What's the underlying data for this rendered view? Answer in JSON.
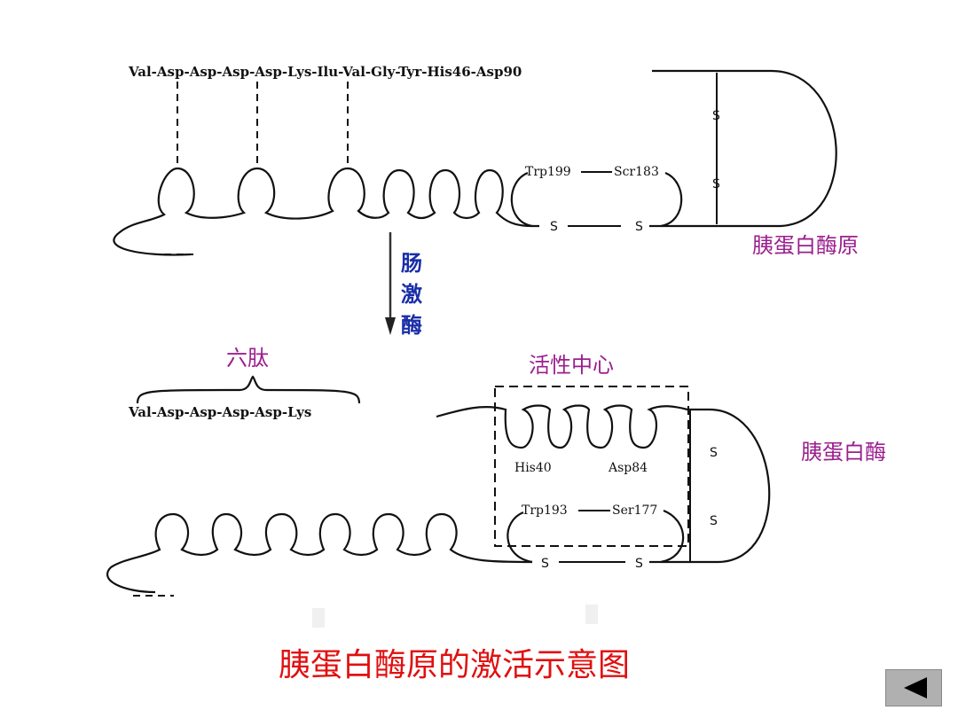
{
  "top": {
    "sequence": "Val-Asp-Asp-Asp-Asp-Lys-Ilu-Val-Gly-Tyr-His46-Asp90",
    "trp": "Trp199",
    "ser": "Scr183",
    "s1": "S",
    "s2": "S",
    "s3": "S",
    "s4": "S",
    "label": "胰蛋白酶原"
  },
  "arrow": {
    "chars": [
      "肠",
      "激",
      "酶"
    ]
  },
  "hexapeptide": {
    "label": "六肽",
    "sequence": "Val-Asp-Asp-Asp-Asp-Lys"
  },
  "active_center": {
    "label": "活性中心",
    "his": "His40",
    "asp": "Asp84",
    "trp": "Trp193",
    "ser": "Ser177"
  },
  "bottom": {
    "s1": "S",
    "s2": "S",
    "s3": "S",
    "s4": "S",
    "label": "胰蛋白酶"
  },
  "title": "胰蛋白酶原的激活示意图"
}
